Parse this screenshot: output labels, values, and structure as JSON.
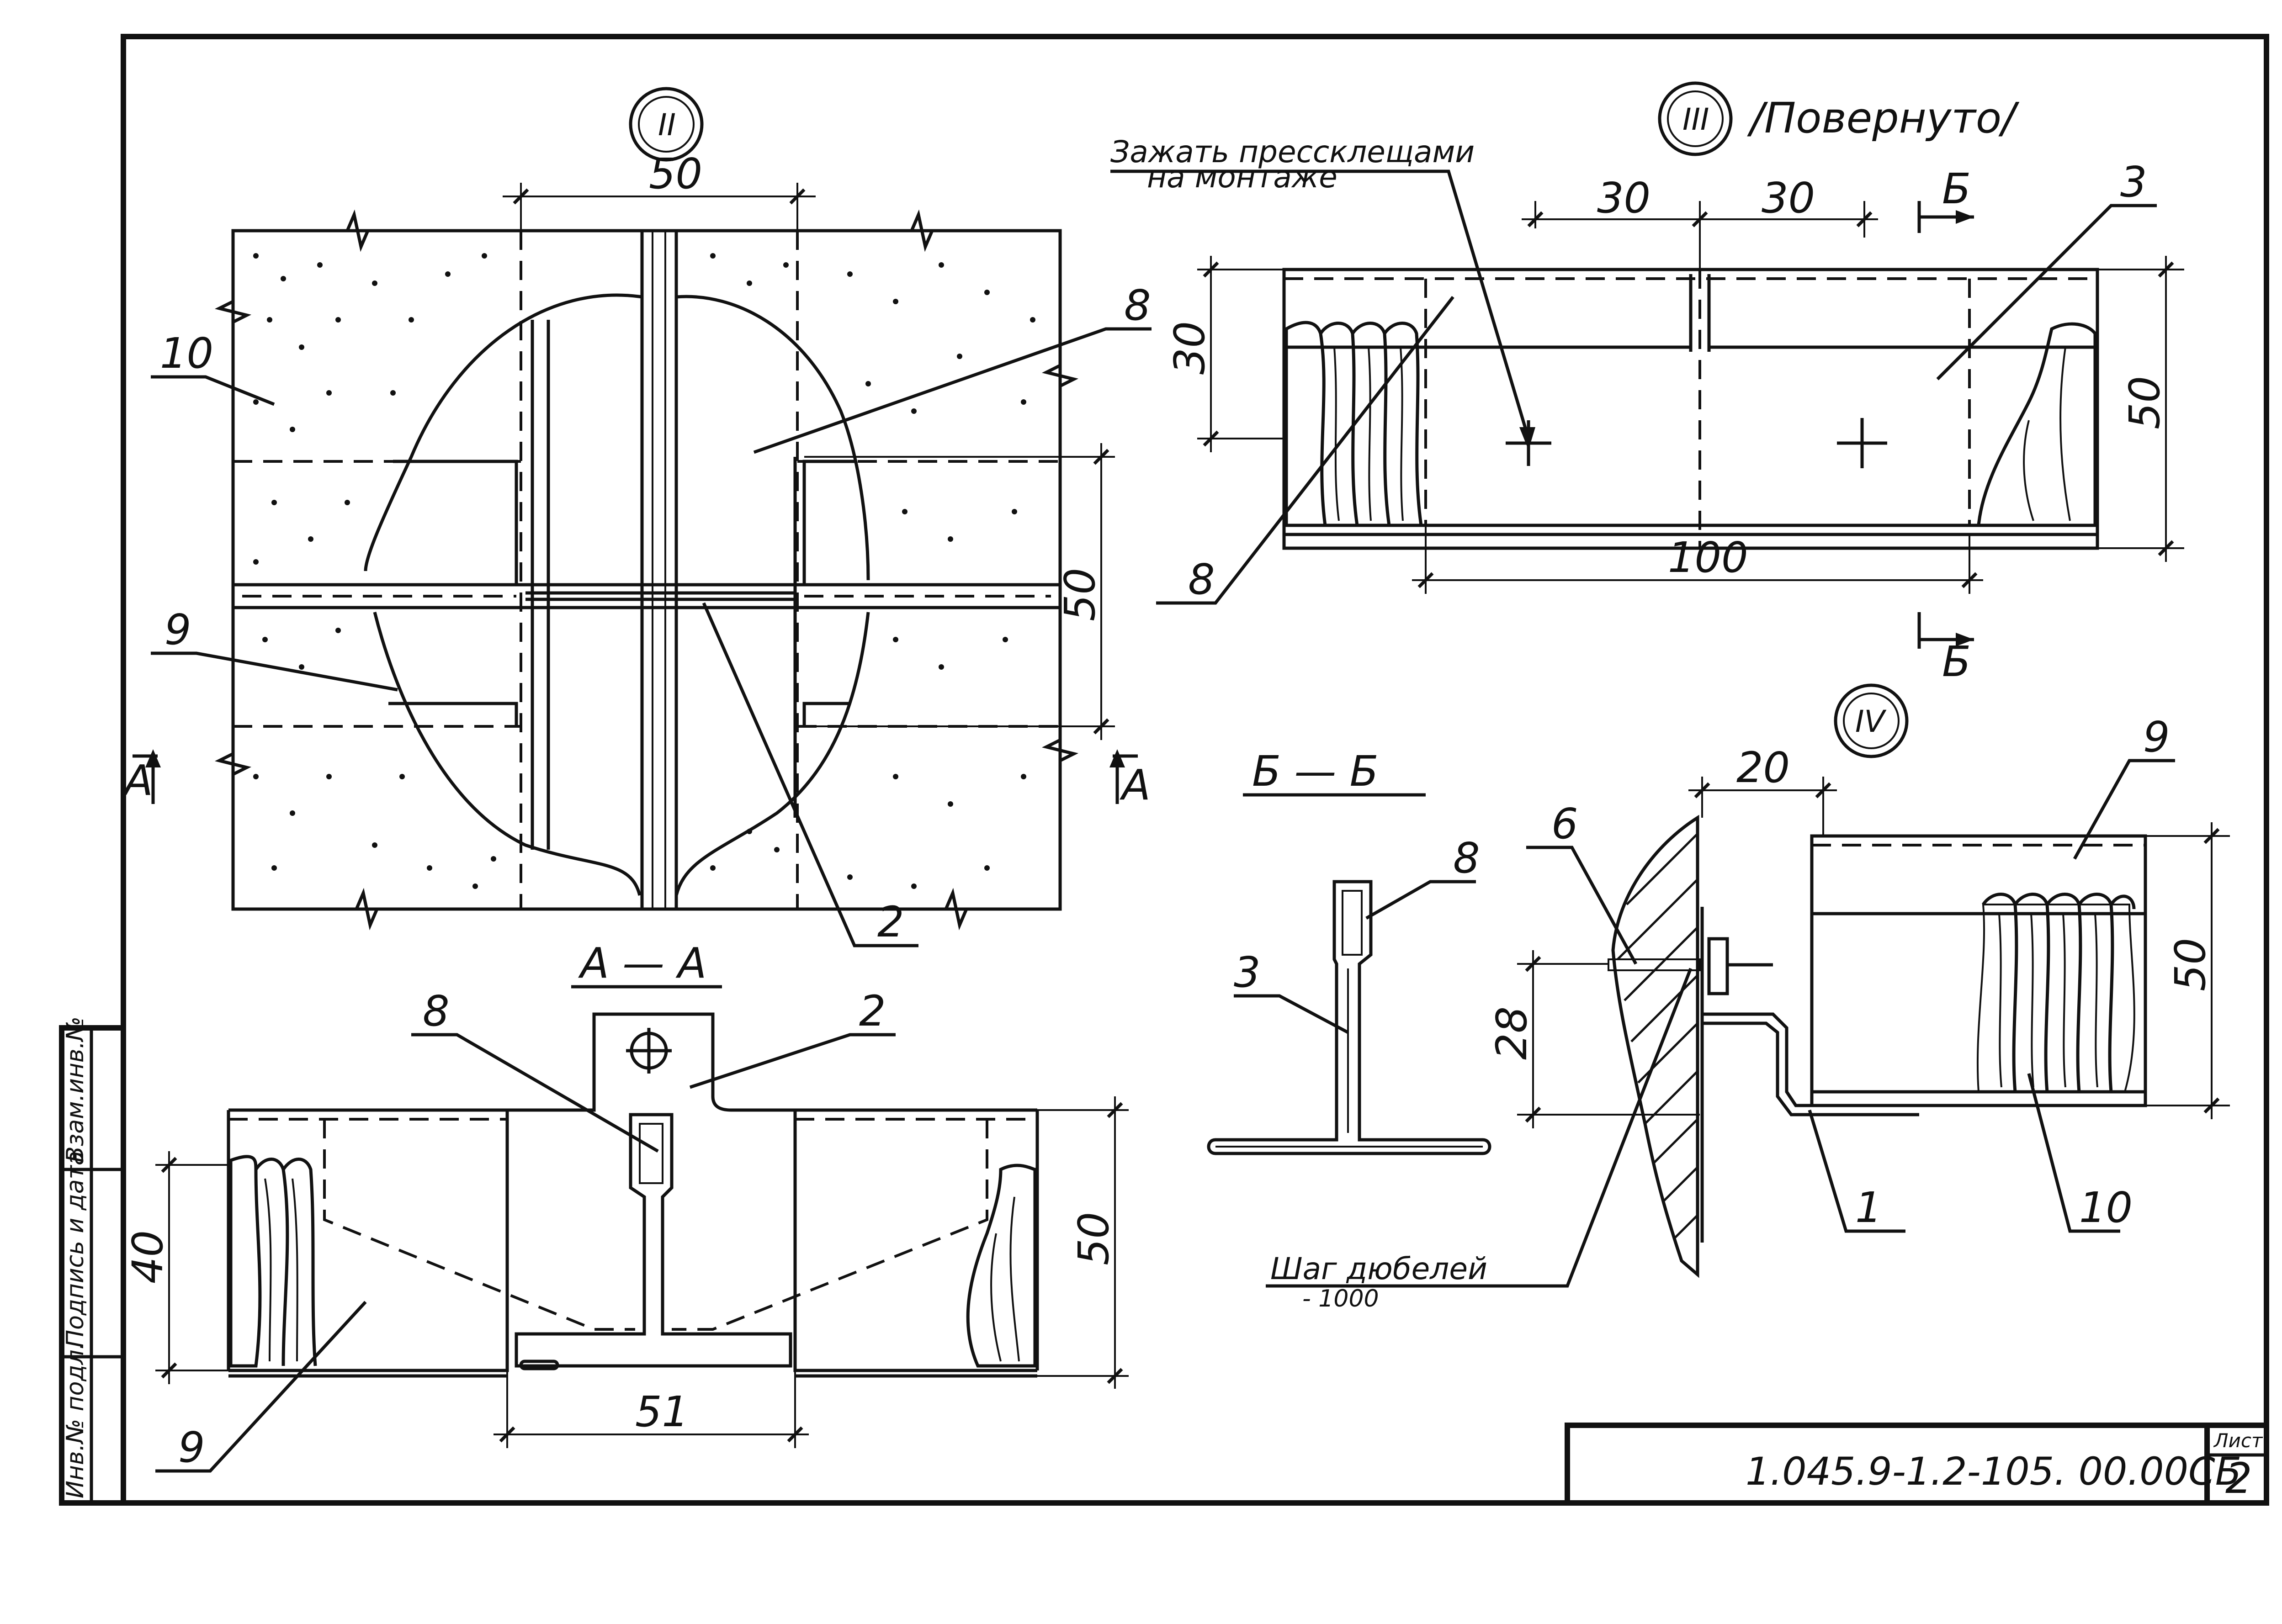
{
  "sheet": {
    "code": "1.045.9-1.2-105. 00.00СБ",
    "sheet_label": "Лист",
    "sheet_number": "2"
  },
  "side_stamp": {
    "inv_no_orig": "Инв.№ подл.",
    "sign_date": "Подпись и дата",
    "replace_inv": "Взам.инв.№"
  },
  "node_II": {
    "marker": "II",
    "dims": {
      "top": "50",
      "right": "50"
    },
    "section_marks": {
      "left": "А",
      "right": "А"
    },
    "callouts": {
      "c10": "10",
      "c8": "8",
      "c9": "9",
      "c2": "2"
    }
  },
  "section_AA": {
    "title": "А — А",
    "dims": {
      "left": "40",
      "right": "50",
      "bottom": "51"
    },
    "callouts": {
      "c8": "8",
      "c2": "2",
      "c9": "9"
    }
  },
  "node_III": {
    "marker": "III",
    "note": "/Повернуто/",
    "clamp_note_line1": "Зажать пресс­клещами",
    "clamp_note_line2": "на монтаже",
    "dims": {
      "top_left": "30",
      "top_right": "30",
      "left": "30",
      "right": "50",
      "bottom": "100"
    },
    "section_marks": {
      "top": "Б",
      "bottom": "Б"
    },
    "callouts": {
      "c3": "3",
      "c8": "8"
    }
  },
  "section_BB": {
    "title": "Б — Б",
    "callouts": {
      "c8": "8",
      "c3": "3"
    }
  },
  "node_IV": {
    "marker": "IV",
    "dims": {
      "top": "20",
      "left": "28",
      "right": "50"
    },
    "dowel_note_line1": "Шаг дюбелей",
    "dowel_note_line2": "- 1000",
    "callouts": {
      "c6": "6",
      "c9": "9",
      "c1": "1",
      "c10": "10"
    }
  }
}
